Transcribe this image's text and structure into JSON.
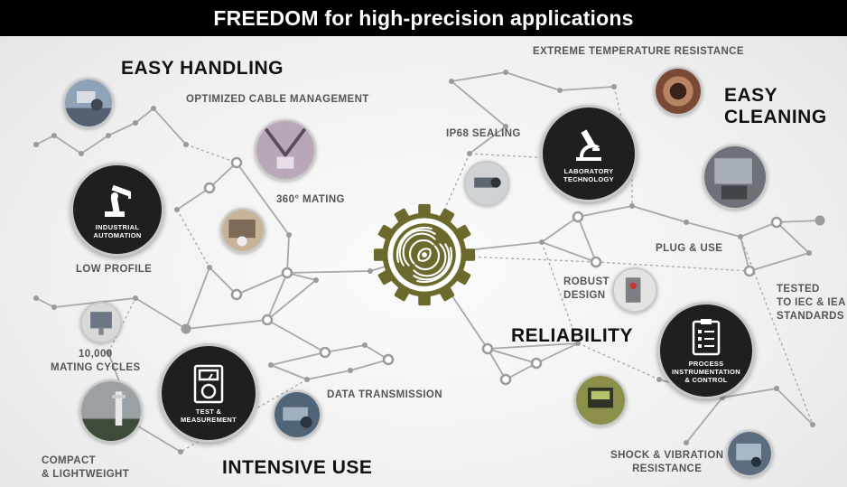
{
  "header": {
    "title": "FREEDOM for high-precision applications"
  },
  "headings": {
    "easy_handling": "EASY HANDLING",
    "easy_cleaning": "EASY\nCLEANING",
    "reliability": "RELIABILITY",
    "intensive_use": "INTENSIVE USE"
  },
  "hubs": {
    "industrial_automation": "INDUSTRIAL\nAUTOMATION",
    "laboratory_technology": "LABORATORY\nTECHNOLOGY",
    "test_measurement": "TEST &\nMEASUREMENT",
    "process_instrumentation": "PROCESS\nINSTRUMENTATION\n& CONTROL"
  },
  "features": {
    "optimized_cable_management": "OPTIMIZED CABLE MANAGEMENT",
    "mating_360": "360° MATING",
    "low_profile": "LOW PROFILE",
    "mating_cycles": "10,000\nMATING CYCLES",
    "data_transmission": "DATA TRANSMISSION",
    "compact_lightweight": "COMPACT\n& LIGHTWEIGHT",
    "extreme_temperature": "EXTREME TEMPERATURE RESISTANCE",
    "ip68_sealing": "IP68 SEALING",
    "plug_use": "PLUG & USE",
    "robust_design": "ROBUST\nDESIGN",
    "tested_iec": "TESTED\nTO IEC & IEA\nSTANDARDS",
    "shock_vibration": "SHOCK & VIBRATION\nRESISTANCE"
  },
  "colors": {
    "header_bg": "#000000",
    "gear_olive": "#6b6a2c",
    "hub_dark": "#1f1f1f",
    "network_line": "#9a9a9a",
    "label_gray": "#555555"
  }
}
